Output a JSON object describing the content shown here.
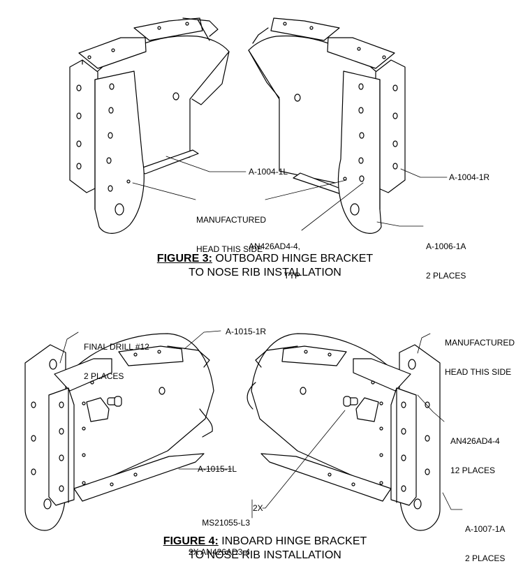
{
  "figure3": {
    "caption_prefix": "FIGURE 3:",
    "caption_line1": "OUTBOARD HINGE BRACKET",
    "caption_line2": "TO NOSE RIB INSTALLATION",
    "labels": {
      "a1004_1l": "A-1004-1L",
      "a1004_1r": "A-1004-1R",
      "manufactured_head_l1": "MANUFACTURED",
      "manufactured_head_l2": "HEAD THIS SIDE",
      "an426ad4_4_l1": "AN426AD4-4,",
      "an426ad4_4_l2": "TYP",
      "a1006_1a_l1": "A-1006-1A",
      "a1006_1a_l2": "2 PLACES"
    }
  },
  "figure4": {
    "caption_prefix": "FIGURE 4:",
    "caption_line1": "INBOARD HINGE BRACKET",
    "caption_line2": "TO NOSE RIB INSTALLATION",
    "labels": {
      "final_drill_l1": "FINAL DRILL #12",
      "final_drill_l2": "2 PLACES",
      "a1015_1r": "A-1015-1R",
      "manufactured_head_l1": "MANUFACTURED",
      "manufactured_head_l2": "HEAD THIS SIDE",
      "an426ad4_4_l1": "AN426AD4-4",
      "an426ad4_4_l2": "12 PLACES",
      "a1015_1l": "A-1015-1L",
      "ms21055_l1": "MS21055-L3",
      "ms21055_l2": "2X AN426AD3-4",
      "qty_2x": "2X",
      "a1007_1a_l1": "A-1007-1A",
      "a1007_1a_l2": "2 PLACES"
    }
  }
}
